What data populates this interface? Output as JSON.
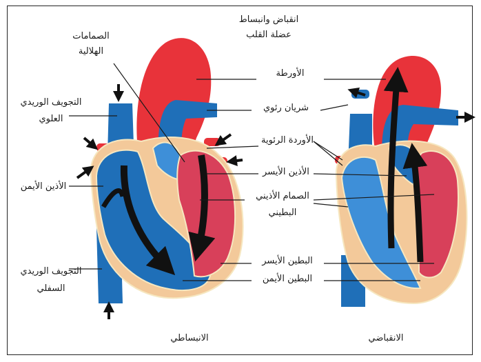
{
  "diagram": {
    "title_line1": "انقباض وانبساط",
    "title_line2": "عضلة القلب",
    "labels": {
      "semilunar_valves_line1": "الصمامات",
      "semilunar_valves_line2": "الهلالية",
      "aorta": "الأورطة",
      "pulmonary_artery": "شريان رئوي",
      "pulmonary_veins": "الأوردة الرئوية",
      "left_atrium": "الأذين الأيسر",
      "av_valve_line1": "الصمام الأذيني",
      "av_valve_line2": "البطيني",
      "left_ventricle": "البطين الأيسر",
      "right_ventricle": "البطين الأيمن",
      "superior_vena_cava_line1": "التجويف الوريدي",
      "superior_vena_cava_line2": "العلوي",
      "right_atrium": "الأذين الأيمن",
      "inferior_vena_cava_line1": "التجويف الوريدي",
      "inferior_vena_cava_line2": "السفلي"
    },
    "captions": {
      "diastole": "الانبساطي",
      "systole": "الانقباضي"
    },
    "colors": {
      "oxygenated": "#e8333a",
      "deoxygenated": "#1f6fb8",
      "deoxygenated_light": "#3e8fd8",
      "ventricle_red": "#d8405a",
      "muscle": "#f3c99a",
      "outline": "#f6e7c0",
      "arrow": "#111111"
    }
  }
}
